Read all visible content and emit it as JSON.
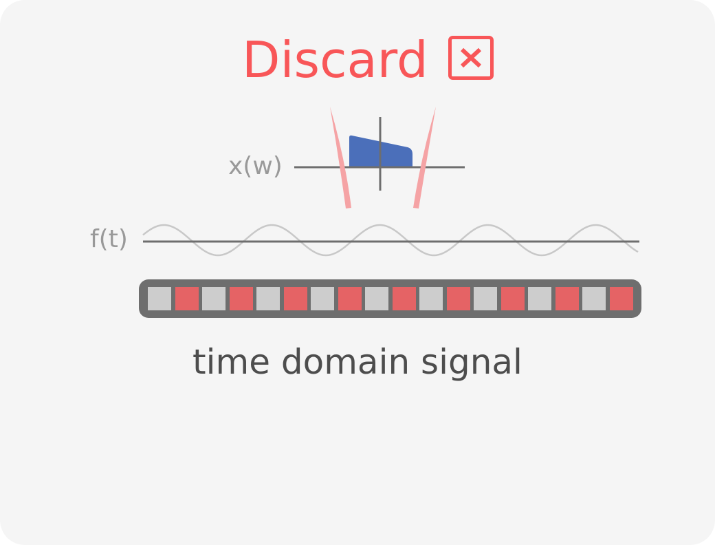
{
  "title": "Discard",
  "icons": {
    "close": "close-x-icon"
  },
  "labels": {
    "frequency": "x(w)",
    "time": "f(t)"
  },
  "caption": "time domain signal",
  "samples": {
    "count": 18,
    "pattern": [
      "gray",
      "red",
      "gray",
      "red",
      "gray",
      "red",
      "gray",
      "red",
      "gray",
      "red",
      "gray",
      "red",
      "gray",
      "red",
      "gray",
      "red",
      "gray",
      "red"
    ]
  },
  "colors": {
    "accent": "#f85658",
    "spectrum": "#4b6fba",
    "bracket": "#f5a3a5",
    "sample_red": "#e56365",
    "sample_gray": "#cdcdcd",
    "strip": "#6e6e6e",
    "axis": "#6e6e6e",
    "wave": "#c8c8c8",
    "label": "#999999",
    "caption": "#4d4d4d"
  }
}
